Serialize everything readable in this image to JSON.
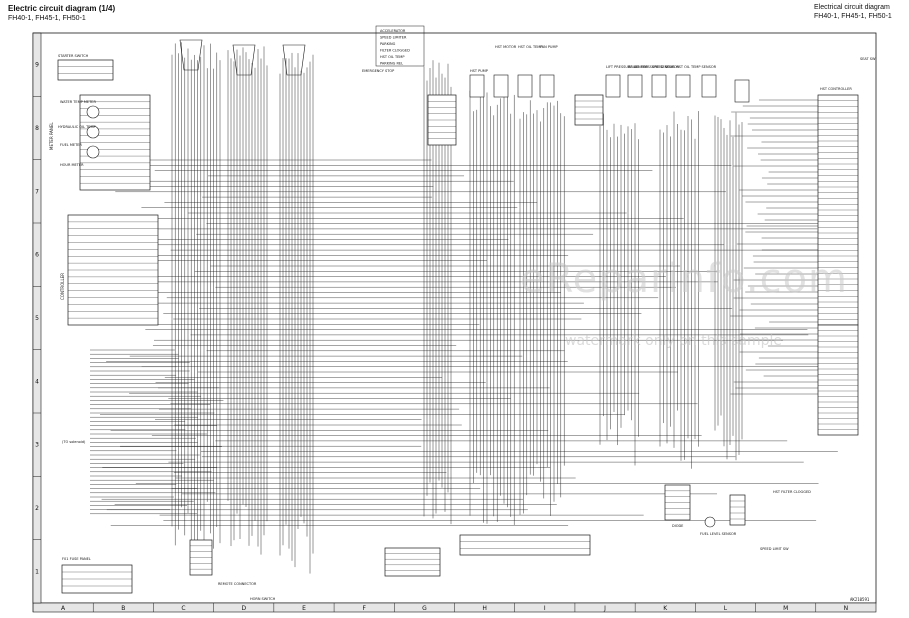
{
  "header": {
    "title_left": "Electric circuit diagram (1/4)",
    "subtitle_left": "FH40-1, FH45-1, FH50-1",
    "title_right": "Electrical circuit diagram",
    "subtitle_right": "FH40-1, FH45-1, FH50-1"
  },
  "grid": {
    "columns": [
      "A",
      "B",
      "C",
      "D",
      "E",
      "F",
      "G",
      "H",
      "I",
      "J",
      "K",
      "L",
      "M",
      "N"
    ],
    "rows": [
      "9",
      "8",
      "7",
      "6",
      "5",
      "4",
      "3",
      "2",
      "1"
    ]
  },
  "labels": {
    "starter_switch": "STARTER SWITCH",
    "water_temp_meter": "WATER TEMP METER",
    "hydraulic_oil_temp": "HYDRAULIC OIL TEMP",
    "fuel_meter": "FUEL METER",
    "hour_meter": "HOUR METER",
    "meter_panel": "METER PANEL",
    "controller": "CONTROLLER",
    "f01_fuse_panel": "F01 FUSE PANEL",
    "remote_connector": "REMOTE CONNECTOR",
    "horn_switch": "HORN SWITCH",
    "emergency_stop": "EMERGENCY STOP",
    "hst_pump": "HST PUMP",
    "hst_motor": "HST MOTOR",
    "hst_oil_temp": "HST OIL TEMP",
    "fan_pump": "FAN PUMP",
    "lift_pressure_sensor": "LIFT PRESSURE SENSOR",
    "brake_pressure_sensor": "BRAKE PRESSURE SENSOR",
    "speed_sensor": "SPEED SENSOR",
    "hst_oil_temp_sensor": "HST OIL TEMP SENSOR",
    "seat_sw": "SEAT SW",
    "hst_controller": "HST CONTROLLER",
    "hst_filter_clogged": "HST FILTER CLOGGED",
    "speed_limit_sw": "SPEED LIMIT SW",
    "fuel_level_sensor": "FUEL LEVEL SENSOR",
    "diode": "DIODE",
    "in_to_solenoid": "(TO solenoid)"
  },
  "top_legend": [
    "ACCELERATOR",
    "SPEED LIMITER",
    "PARKING",
    "FILTER CLOGGED",
    "HST OIL TEMP",
    "PARKING REL"
  ],
  "doc_code": "AK210591",
  "watermark": {
    "main": "eReparinfo.com",
    "sub": "watermark only on this sample"
  },
  "colors": {
    "line": "#1a1a1a",
    "grid_band": "#000000",
    "watermark": "#bbbbbb"
  }
}
